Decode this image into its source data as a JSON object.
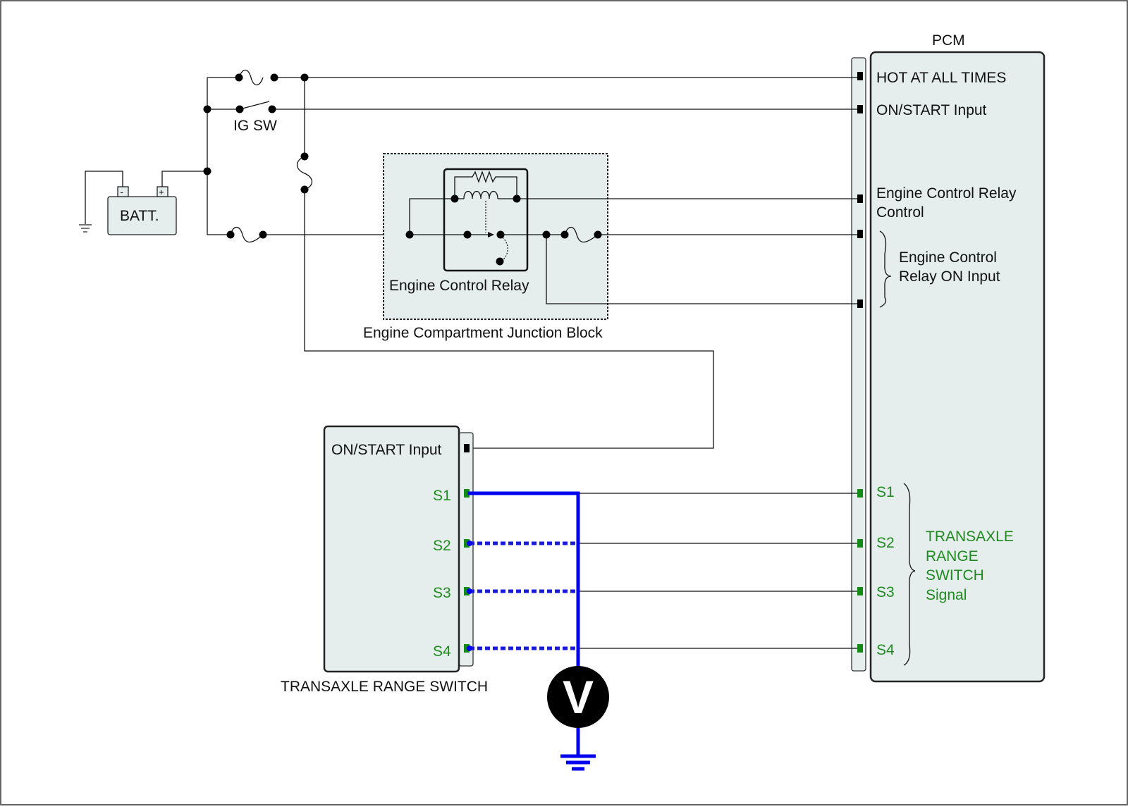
{
  "components": {
    "pcm": {
      "title": "PCM"
    },
    "battery": {
      "label": "BATT.",
      "neg_symbol": "-",
      "pos_symbol": "+"
    },
    "ignition_switch": {
      "label": "IG SW"
    },
    "relay": {
      "label": "Engine Control Relay"
    },
    "junction_block": {
      "label": "Engine Compartment Junction Block"
    },
    "range_switch": {
      "label": "TRANSAXLE RANGE SWITCH"
    },
    "voltmeter": {
      "symbol": "V"
    }
  },
  "pcm_pins": {
    "hot": "HOT AT ALL TIMES",
    "on_start": "ON/START Input",
    "relay_control": [
      "Engine Control Relay",
      "Control"
    ],
    "relay_on": [
      "Engine Control",
      "Relay ON Input"
    ],
    "s1": "S1",
    "s2": "S2",
    "s3": "S3",
    "s4": "S4",
    "signal_group": [
      "TRANSAXLE",
      "RANGE",
      "SWITCH",
      "Signal"
    ]
  },
  "switch_pins": {
    "on_start": "ON/START Input",
    "s1": "S1",
    "s2": "S2",
    "s3": "S3",
    "s4": "S4"
  },
  "colors": {
    "signal_green": "#1f8a1f",
    "probe_blue": "#0000ee",
    "box_fill": "#e6eded"
  }
}
